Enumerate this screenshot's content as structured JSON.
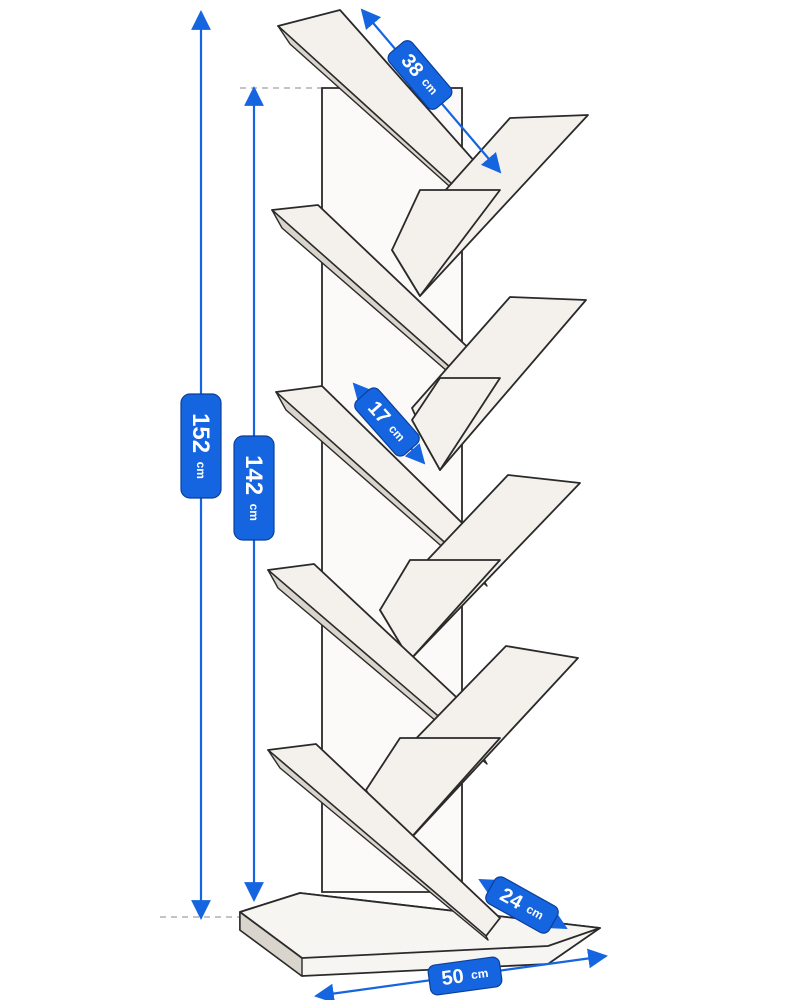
{
  "dimensions": {
    "total_height": {
      "value": "152",
      "unit": "cm"
    },
    "inner_height": {
      "value": "142",
      "unit": "cm"
    },
    "shelf_length": {
      "value": "38",
      "unit": "cm"
    },
    "shelf_depth": {
      "value": "17",
      "unit": "cm"
    },
    "base_depth": {
      "value": "24",
      "unit": "cm"
    },
    "base_width": {
      "value": "50",
      "unit": "cm"
    }
  },
  "colors": {
    "dimension_blue": "#1565e0",
    "badge_text": "#ffffff",
    "outline": "#2a2a2a"
  }
}
